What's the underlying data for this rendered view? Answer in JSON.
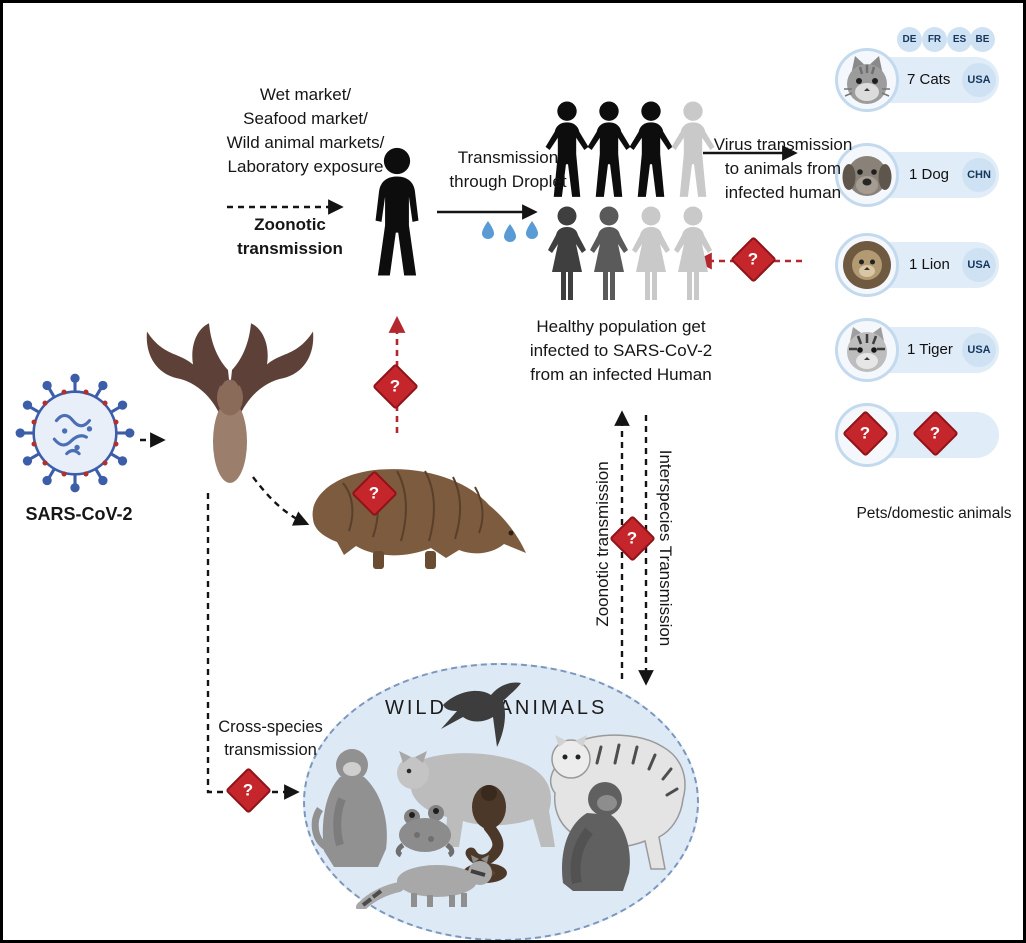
{
  "nodes": {
    "virus_label": "SARS-CoV-2",
    "market_sources": "Wet market/\nSeafood market/\nWild animal markets/\nLaboratory exposure",
    "zoonotic_transmission": "Zoonotic\ntransmission",
    "droplet_transmission": "Transmission\nthrough Droplet",
    "healthy_population": "Healthy population get\ninfected to SARS-CoV-2\nfrom an infected Human",
    "virus_to_animals": "Virus transmission\nto animals from\ninfected human",
    "zoonotic_vertical": "Zoonotic transmission",
    "interspecies_vertical": "Interspecies Transmission",
    "cross_species": "Cross-species\ntransmission",
    "wild_word": "WILD",
    "animals_word": "ANIMALS",
    "question_mark": "?"
  },
  "pets_panel": {
    "caption": "Pets/domestic animals",
    "rows": [
      {
        "animal": "cat",
        "count": "7 Cats",
        "country": "USA",
        "extra_countries": [
          "DE",
          "FR",
          "ES",
          "BE"
        ]
      },
      {
        "animal": "dog",
        "count": "1 Dog",
        "country": "CHN"
      },
      {
        "animal": "lion",
        "count": "1 Lion",
        "country": "USA"
      },
      {
        "animal": "tiger",
        "count": "1 Tiger",
        "country": "USA"
      },
      {
        "animal": "unknown",
        "count": "?",
        "country": "?"
      }
    ]
  },
  "colors": {
    "question_red": "#c5262c",
    "panel_blue": "#e0ecf7",
    "droplet_blue": "#5b9bd5",
    "virus_blue": "#3c5ea9",
    "ellipse_fill": "#dde9f5",
    "ellipse_border": "#7b97bd",
    "arrow_black": "#141414",
    "arrow_red": "#b3282e"
  }
}
